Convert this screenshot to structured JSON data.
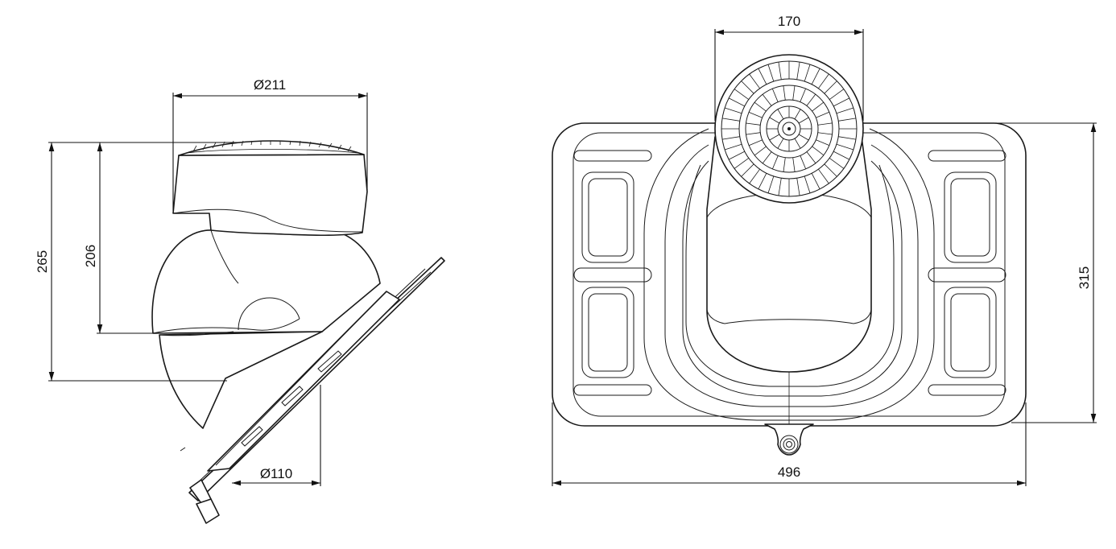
{
  "colors": {
    "line": "#1a1a1a",
    "background": "#ffffff"
  },
  "side_view": {
    "dim_top_diameter": "Ø211",
    "dim_total_height": "265",
    "dim_body_height": "206",
    "dim_pipe_diameter": "Ø110"
  },
  "top_view": {
    "dim_head_width": "170",
    "dim_base_width": "496",
    "dim_base_depth": "315"
  }
}
